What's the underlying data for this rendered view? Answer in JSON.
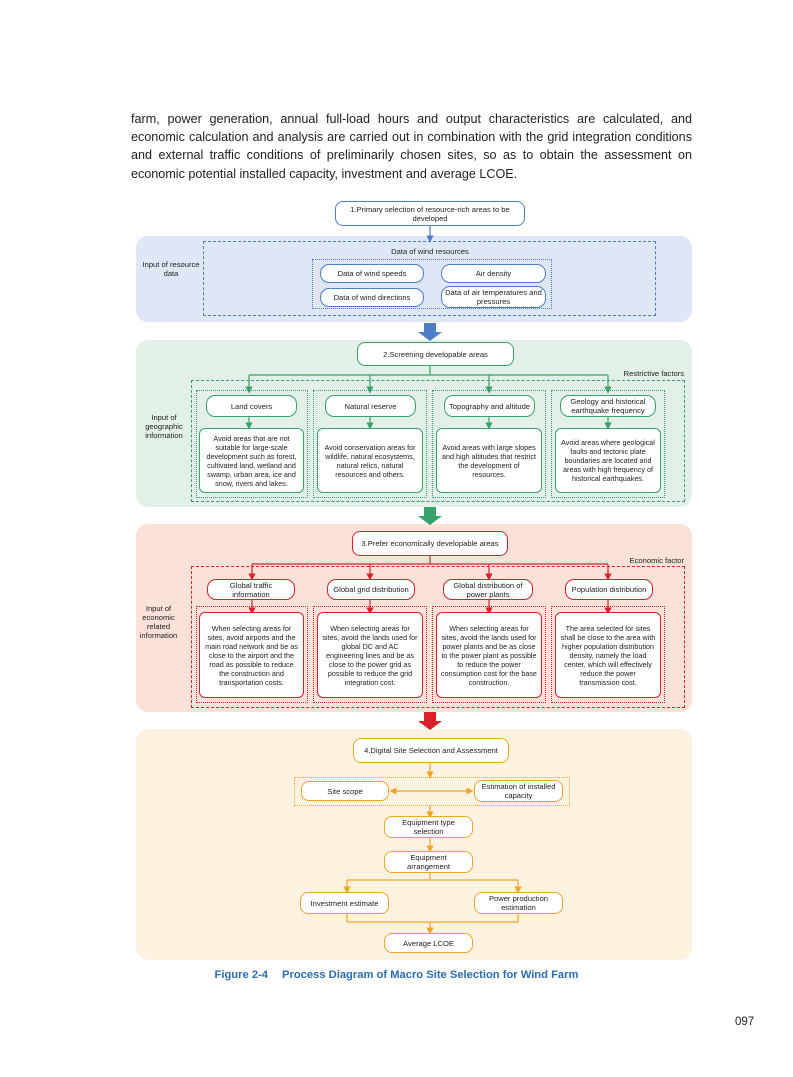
{
  "intro_text": "farm, power generation, annual full-load hours and output characteristics are calculated, and economic calculation and analysis are carried out in combination with the grid integration conditions and external traffic conditions of preliminarily chosen sites, so as to obtain the assessment on economic potential installed capacity, investment and average LCOE.",
  "diagram": {
    "step1": "1.Primary selection of resource-rich areas to be developed",
    "resource": {
      "input_label": "Input of resource data",
      "group_title": "Data of wind resources",
      "items": [
        "Data of wind speeds",
        "Air density",
        "Data of wind directions",
        "Data of air temperatures and pressures"
      ]
    },
    "step2": "2.Screening developable areas",
    "geo": {
      "input_label": "Input of geographic information",
      "group_title": "Restrictive factors",
      "factors": [
        "Land covers",
        "Natural reserve",
        "Topography and altitude",
        "Geology and historical earthquake frequency"
      ],
      "descriptions": [
        "Avoid areas that are not suitable for large-scale development such as forest, cultivated land, wetland and swamp, urban area, ice and snow, rivers and lakes.",
        "Avoid conservation areas for wildlife, natural ecosystems, natural relics, natural resources and others.",
        "Avoid areas with large slopes and high altitudes that restrict the development of resources.",
        "Avoid areas where geological faults and tectonic plate boundaries are located and areas with high frequency of historical earthquakes."
      ]
    },
    "step3": "3.Prefer economically developable areas",
    "econ": {
      "input_label": "Input of economic related information",
      "group_title": "Economic factor",
      "factors": [
        "Global traffic information",
        "Global grid distribution",
        "Global distribution of power plants",
        "Population distribution"
      ],
      "descriptions": [
        "When selecting areas for sites, avoid airports and the main road network and be as close to the airport and the road as possible to reduce the construction and transportation costs.",
        "When selecting areas for sites, avoid the lands used for global DC and AC engineering lines and be as close to the power grid as possible to reduce the grid integration cost.",
        "When selecting areas for sites, avoid the lands used for power plants and be as close to the power plant as possible to reduce the power consumption cost for the base construction.",
        "The area selected for sites shall be close to the area with higher population distribution density, namely the load center, which will effectively reduce the power transmission cost."
      ]
    },
    "step4": "4.Digital Site Selection and Assessment",
    "assessment": {
      "site_scope": "Site scope",
      "installed_capacity": "Estimation of installed capacity",
      "equipment_type": "Equipment type selection",
      "equipment_arrangement": "Equipment arrangement",
      "investment_estimate": "Investment estimate",
      "power_production": "Power production estimation",
      "average_lcoe": "Average LCOE"
    },
    "colors": {
      "blue": "#4e7cc6",
      "green": "#37a36a",
      "red": "#d9202b",
      "orange": "#f0a52a"
    }
  },
  "caption": {
    "number": "Figure 2-4",
    "title": "Process Diagram of Macro Site Selection for Wind Farm"
  },
  "page_number": "097"
}
